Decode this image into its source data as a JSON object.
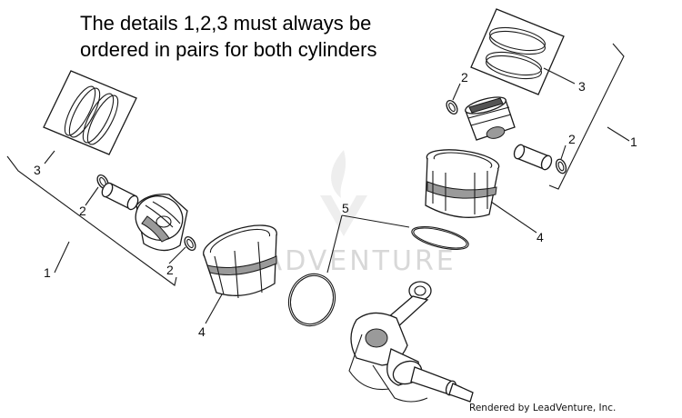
{
  "note": {
    "line1": "The details 1,2,3 must always be",
    "line2": "ordered in pairs for both cylinders"
  },
  "watermark": {
    "text": "LEADVENTURE"
  },
  "credit": {
    "text": "Rendered by LeadVenture, Inc."
  },
  "callouts": {
    "c1_right": "1",
    "c1_left": "1",
    "c2_top_right": "2",
    "c2_right": "2",
    "c2_left_upper": "2",
    "c2_left_lower": "2",
    "c3_right": "3",
    "c3_left": "3",
    "c4_right": "4",
    "c4_left": "4",
    "c5": "5"
  }
}
